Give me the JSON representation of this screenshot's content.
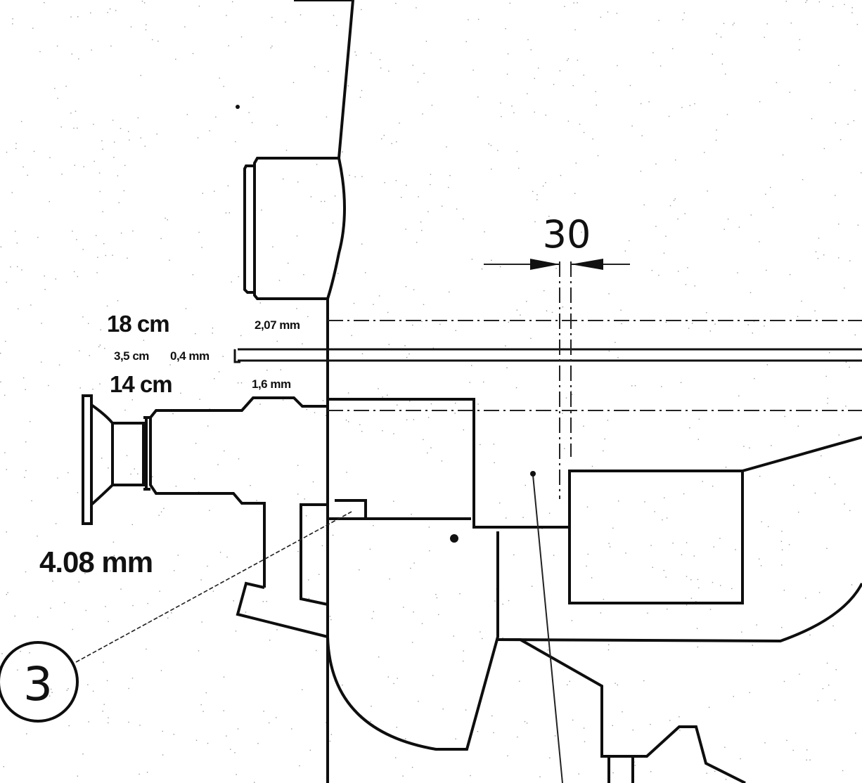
{
  "labels": {
    "outer_dim_1": "18 cm",
    "outer_dim_2": "3,5 cm",
    "outer_dim_3": "14 cm",
    "inner_dim_1": "2,07 mm",
    "inner_dim_2": "0,4 mm",
    "inner_dim_3": "1,6 mm",
    "bottom_dim": "4.08 mm",
    "top_dimension": "30",
    "callout_number": "3"
  },
  "colors": {
    "line": "#111111",
    "background": "#ffffff"
  }
}
